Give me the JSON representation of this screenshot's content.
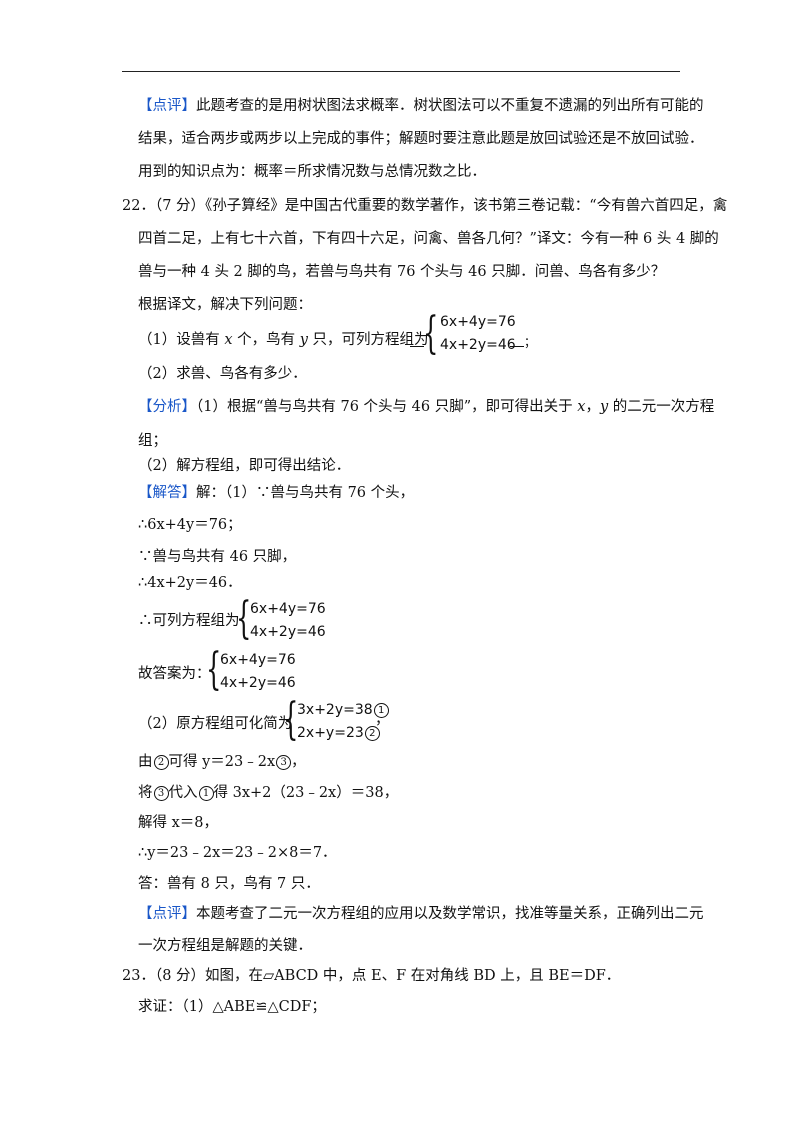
{
  "p1": {
    "tag": "【点评】",
    "text": "此题考查的是用树状图法求概率．树状图法可以不重复不遗漏的列出所有可能的"
  },
  "p1b": "结果，适合两步或两步以上完成的事件；解题时要注意此题是放回试验还是不放回试验．",
  "p1c": "用到的知识点为：概率＝所求情况数与总情况数之比．",
  "q22": {
    "l1": "22．（7 分）《孙子算经》是中国古代重要的数学著作，该书第三卷记载：“今有兽六首四足，禽",
    "l2": "四首二足，上有七十六首，下有四十六足，问禽、兽各几何？”译文：今有一种 6 头 4 脚的",
    "l3": "兽与一种 4 头 2 脚的鸟，若兽与鸟共有 76 个头与 46 只脚．问兽、鸟各有多少？",
    "l4": "根据译文，解决下列问题：",
    "l5a": "（1）设兽有 ",
    "x": "x",
    "l5b": " 个，鸟有 ",
    "y": "y",
    "l5c": " 只，可列方程组为 ",
    "l5d": "；",
    "sys_eq1": "6x+4y=76",
    "sys_eq2": "4x+2y=46",
    "l6": "（2）求兽、鸟各有多少．"
  },
  "analysis": {
    "tag": "【分析】",
    "l1a": "（1）根据“兽与鸟共有 76 个头与 46 只脚”，即可得出关于 ",
    "l1b": "，",
    "l1c": " 的二元一次方程",
    "l2": "组；",
    "l3": "（2）解方程组，即可得出结论．"
  },
  "answer": {
    "tag": "【解答】",
    "l1": "解：（1）∵兽与鸟共有 76 个头，",
    "l2": "∴6x+4y＝76；",
    "l3": "∵兽与鸟共有 46 只脚，",
    "l4": "∴4x+2y＝46．",
    "l5": "∴可列方程组为",
    "l5_eq1": "6x+4y=76",
    "l5_eq2": "4x+2y=46",
    "l6": "故答案为：",
    "l6_eq1": "6x+4y=76",
    "l6_eq2": "4x+2y=46",
    "l7": "（2）原方程组可化简为",
    "l7_eq1": "3x+2y=38",
    "l7_eq2": "2x+y=23",
    "c1": "1",
    "c2": "2",
    "c3": "3",
    "l8a": "由",
    "l8b": "可得 y＝23﹣2x",
    "l9a": "将",
    "l9b": "代入",
    "l9c": "得 3x+2（23﹣2x）＝38，",
    "l10": "解得 x＝8，",
    "l11": "∴y＝23﹣2x＝23﹣2×8＝7．",
    "l12": "答：兽有 8 只，鸟有 7 只．"
  },
  "p2": {
    "tag": "【点评】",
    "text": "本题考查了二元一次方程组的应用以及数学常识，找准等量关系，正确列出二元"
  },
  "p2b": "一次方程组是解题的关键．",
  "q23": {
    "l1": "23．（8 分）如图，在▱ABCD 中，点 E、F 在对角线 BD 上，且 BE＝DF．",
    "l2": "求证：（1）△ABE≌△CDF；"
  }
}
